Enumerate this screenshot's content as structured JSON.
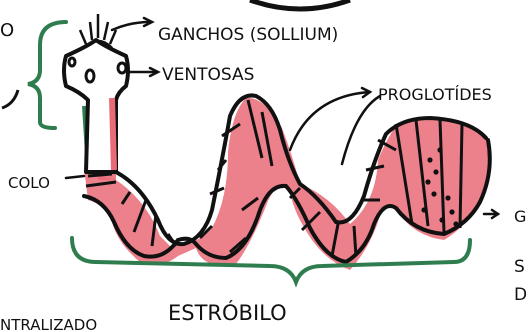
{
  "labels": {
    "ganchos": "GANCHOS (SOLLIUM)",
    "ventosas": "VENTOSAS",
    "proglotides": "PROGLOTÍDES",
    "colo": "COLO",
    "estrobilo": "ESTRÓBILO",
    "centralizado": "NTRALIZADO",
    "left_top_char": "O",
    "right_edge_char": "G",
    "right_bottom_chars": [
      "S",
      "D"
    ]
  },
  "colors": {
    "ink": "#111111",
    "pink": "#e96b78",
    "green": "#2f7d4f",
    "dot": "#111111"
  }
}
